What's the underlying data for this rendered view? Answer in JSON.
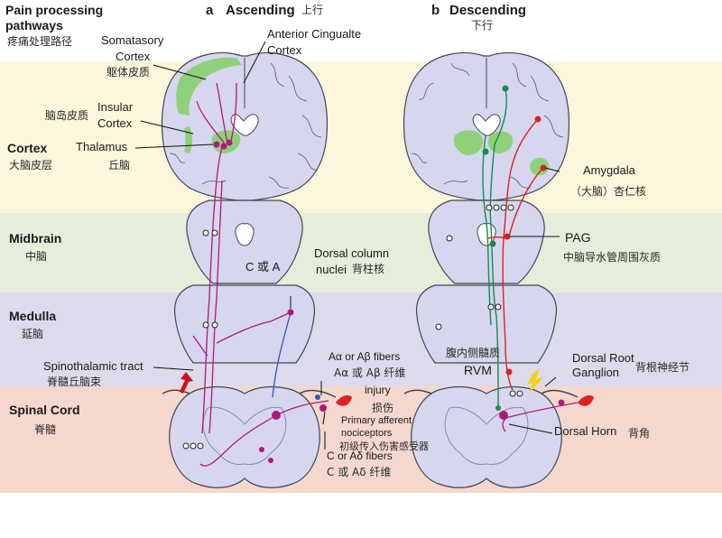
{
  "colors": {
    "cortex_band": "#fbf6dc",
    "midbrain_band": "#e4eedb",
    "medulla_band": "#dcdbec",
    "spinal_band": "#f4d8cd",
    "tissue": "#d6d6ee",
    "tissue_outline": "#444455",
    "green_region": "#8fd17a",
    "ascending_path": "#b0187a",
    "descending_green": "#1a8a4c",
    "descending_red": "#d92424",
    "blue_fiber": "#3355bb"
  },
  "title": {
    "line1": "Pain processing",
    "line2": "pathways",
    "zh": "疼痛处理路径"
  },
  "panel_a": {
    "letter": "a",
    "title": "Ascending",
    "zh": "上行"
  },
  "panel_b": {
    "letter": "b",
    "title": "Descending",
    "zh": "下行"
  },
  "levels": {
    "cortex": {
      "en": "Cortex",
      "zh": "大脑皮层"
    },
    "midbrain": {
      "en": "Midbrain",
      "zh": "中脑"
    },
    "medulla": {
      "en": "Medulla",
      "zh": "延脑"
    },
    "spinal": {
      "en": "Spinal Cord",
      "zh": "脊髓"
    }
  },
  "labels": {
    "somatosensory_1": "Somatasory",
    "somatosensory_2": "Cortex",
    "somatosensory_zh": "躯体皮质",
    "acc_1": "Anterior Cingualte",
    "acc_2": "Cortex",
    "insular_zh": "脑岛皮质",
    "insular_1": "Insular",
    "insular_2": "Cortex",
    "thalamus": "Thalamus",
    "thalamus_zh": "丘脑",
    "c_or_a": "C 或 A",
    "dorsal_column_1": "Dorsal column",
    "dorsal_column_2": "nuclei",
    "dorsal_column_zh": "背柱核",
    "spinothalamic": "Spinothalamic tract",
    "spinothalamic_zh": "脊髓丘脑束",
    "aab_fibers": "Aα or Aβ fibers",
    "aab_fibers_zh": "Aα 或 Aβ 纤维",
    "injury": "injury",
    "injury_zh": "损伤",
    "primary_1": "Primary afferent",
    "primary_2": "nociceptors",
    "primary_zh": "初级传入伤害感受器",
    "c_ad_fibers": "C or Aδ fibers",
    "c_ad_fibers_zh": "C 或 Aδ 纤维",
    "amygdala": "Amygdala",
    "amygdala_zh": "（大脑）杏仁核",
    "pag": "PAG",
    "pag_zh": "中脑导水管周围灰质",
    "rvm_zh": "腹内侧髓质",
    "rvm": "RVM",
    "drg_1": "Dorsal Root",
    "drg_2": "Ganglion",
    "drg_zh": "背根神经节",
    "dorsal_horn": "Dorsal Horn",
    "dorsal_horn_zh": "背角"
  }
}
